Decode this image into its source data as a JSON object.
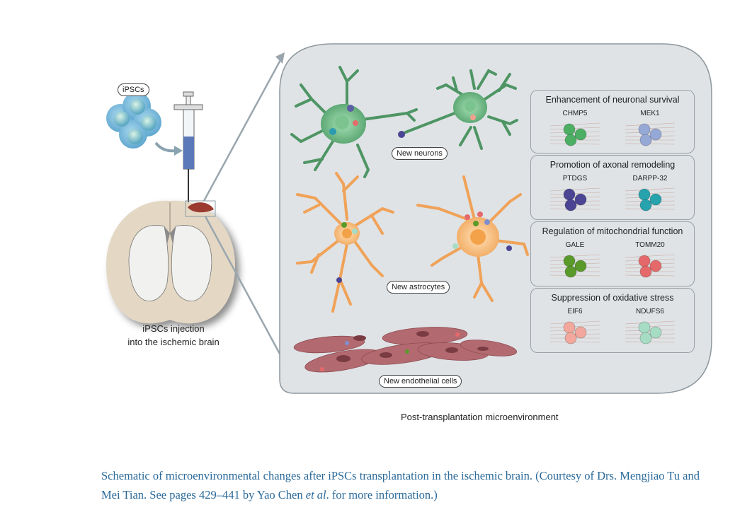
{
  "figure": {
    "left": {
      "cells_label": "iPSCs",
      "injection_label_line1": "iPSCs injection",
      "injection_label_line2": "into the ischemic brain"
    },
    "microenvironment": {
      "title": "Post-transplantation microenvironment",
      "cell_labels": {
        "neurons": "New neurons",
        "astrocytes": "New astrocytes",
        "endothelial": "New endothelial cells"
      },
      "panels": [
        {
          "title": "Enhancement of neuronal survival",
          "genes": [
            {
              "name": "CHMP5",
              "color": "#4caf64"
            },
            {
              "name": "MEK1",
              "color": "#95a8d6"
            }
          ]
        },
        {
          "title": "Promotion of axonal remodeling",
          "genes": [
            {
              "name": "PTDGS",
              "color": "#4b4594"
            },
            {
              "name": "DARPP-32",
              "color": "#27a3ad"
            }
          ]
        },
        {
          "title": "Regulation of mitochondrial function",
          "genes": [
            {
              "name": "GALE",
              "color": "#5a9a2a"
            },
            {
              "name": "TOMM20",
              "color": "#e5696a"
            }
          ]
        },
        {
          "title": "Suppression of oxidative stress",
          "genes": [
            {
              "name": "EIF6",
              "color": "#f2a89c"
            },
            {
              "name": "NDUFS6",
              "color": "#a6dcc3"
            }
          ]
        }
      ]
    },
    "caption": {
      "text_before_italic": "Schematic of microenvironmental changes after iPSCs transplantation in the ischemic brain. (Courtesy of Drs. Mengjiao Tu and Mei Tian. See pages 429–441  by Yao Chen ",
      "italic": "et al",
      "text_after_italic": ". for more information.)"
    }
  }
}
